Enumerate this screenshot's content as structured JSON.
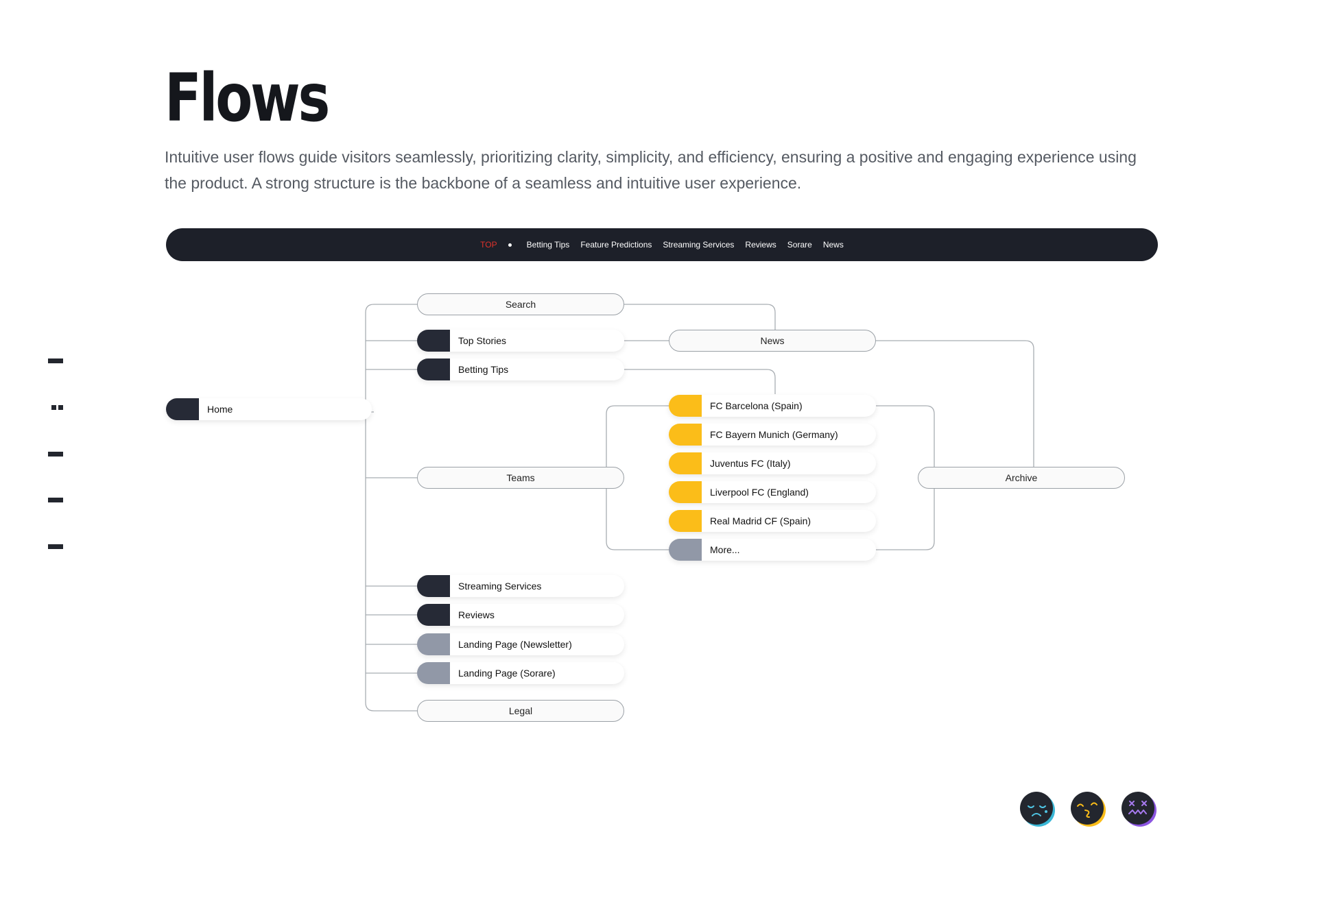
{
  "header": {
    "title": "Flows",
    "subtitle": "Intuitive user flows guide visitors seamlessly, prioritizing clarity, simplicity, and efficiency, ensuring a positive and engaging experience using the product. A strong structure is the backbone of a seamless and intuitive user experience."
  },
  "navbar": {
    "top_label": "TOP",
    "items": [
      "Betting Tips",
      "Feature Predictions",
      "Streaming Services",
      "Reviews",
      "Sorare",
      "News"
    ]
  },
  "flow": {
    "home": "Home",
    "search": "Search",
    "top_stories": "Top Stories",
    "betting_tips": "Betting Tips",
    "news": "News",
    "teams": "Teams",
    "team_items": [
      "FC Barcelona (Spain)",
      "FC Bayern Munich (Germany)",
      "Juventus FC (Italy)",
      "Liverpool FC (England)",
      "Real Madrid CF (Spain)",
      "More..."
    ],
    "archive": "Archive",
    "streaming_services": "Streaming Services",
    "reviews": "Reviews",
    "landing_newsletter": "Landing Page (Newsletter)",
    "landing_sorare": "Landing Page (Sorare)",
    "legal": "Legal"
  },
  "icons": {
    "faces": [
      "sad-face-icon",
      "confused-face-icon",
      "dizzy-face-icon"
    ]
  },
  "colors": {
    "primary_dark": "#1d2029",
    "accent_yellow": "#fbbd19",
    "neutral_grey": "#9198a7",
    "highlight_red": "#e0322b"
  }
}
